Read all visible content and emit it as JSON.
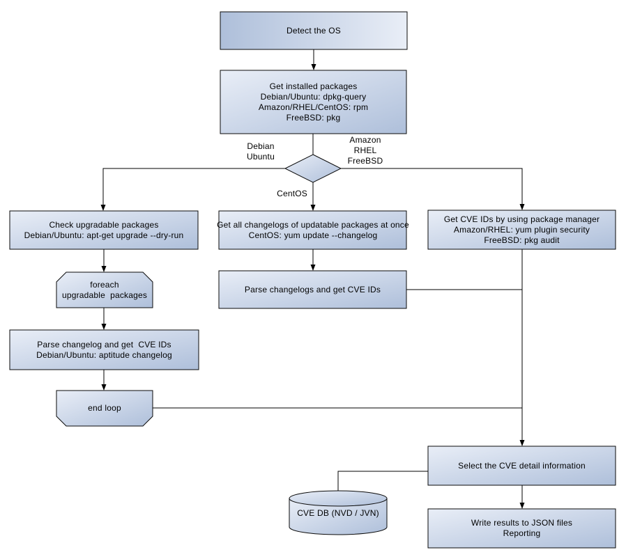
{
  "title": "OS package CVE detection flowchart",
  "colors": {
    "box_gradient_light": "#e9eef7",
    "box_gradient_dark": "#aebfda",
    "shape_stroke": "#0a0a0a",
    "edge_line": "#000000",
    "background": "#ffffff"
  },
  "nodes": {
    "detect_os": {
      "lines": [
        "Detect the OS"
      ]
    },
    "get_installed_packages": {
      "lines": [
        "Get installed packages",
        "Debian/Ubuntu: dpkg-query",
        "Amazon/RHEL/CentOS: rpm",
        "FreeBSD: pkg"
      ]
    },
    "check_upgradable": {
      "lines": [
        "Check upgradable packages",
        "Debian/Ubuntu: apt-get upgrade --dry-run"
      ]
    },
    "foreach_loop": {
      "lines": [
        "foreach",
        "upgradable  packages"
      ]
    },
    "parse_changelog_left": {
      "lines": [
        "Parse changelog and get  CVE IDs",
        "Debian/Ubuntu: aptitude changelog"
      ]
    },
    "end_loop": {
      "lines": [
        "end loop"
      ]
    },
    "get_all_changelogs": {
      "lines": [
        "Get all changelogs of updatable packages at once",
        "CentOS: yum update --changelog"
      ]
    },
    "parse_changelogs_mid": {
      "lines": [
        "Parse changelogs and get CVE IDs"
      ]
    },
    "get_cve_ids_pkg_mgr": {
      "lines": [
        "Get CVE IDs by using package manager",
        "Amazon/RHEL: yum plugin security",
        "FreeBSD: pkg audit"
      ]
    },
    "select_cve_detail": {
      "lines": [
        "Select the CVE detail information"
      ]
    },
    "write_results": {
      "lines": [
        "Write results to JSON files",
        "Reporting"
      ]
    },
    "cve_db": {
      "lines": [
        "CVE DB (NVD / JVN)"
      ]
    }
  },
  "edge_labels": {
    "debian_ubuntu": {
      "lines": [
        "Debian",
        "Ubuntu"
      ]
    },
    "amazon_rhel_freebsd": {
      "lines": [
        "Amazon",
        "RHEL",
        "FreeBSD"
      ]
    },
    "centos": {
      "lines": [
        "CentOS"
      ]
    }
  }
}
